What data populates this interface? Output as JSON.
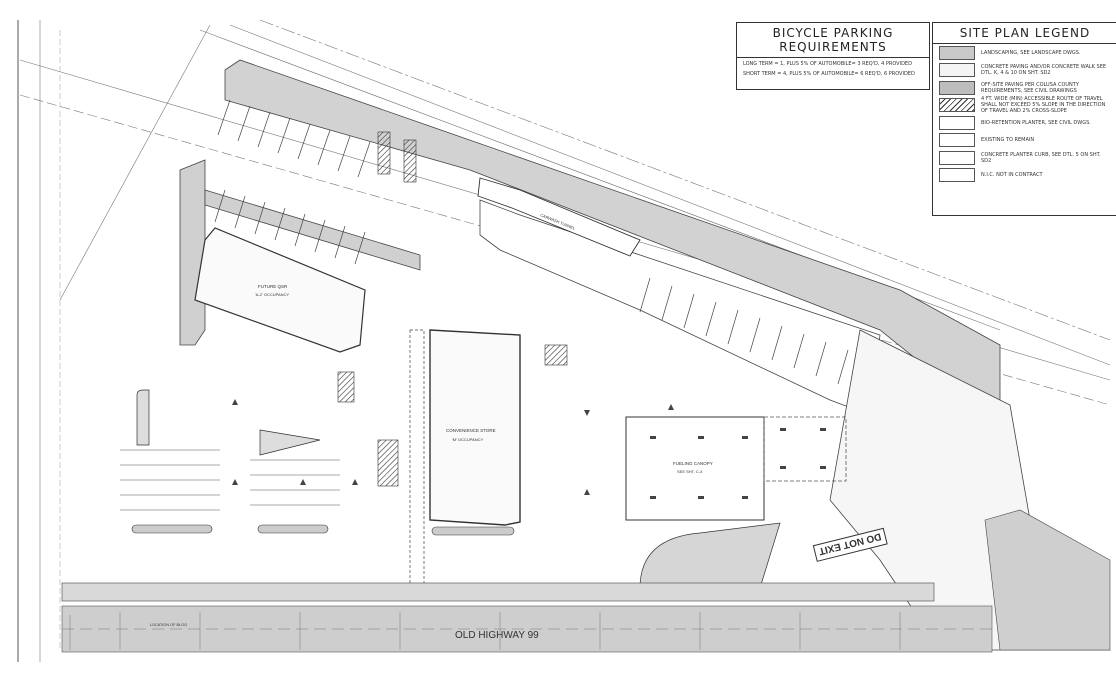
{
  "bicycle_parking": {
    "title": "BICYCLE PARKING REQUIREMENTS",
    "rows": [
      "LONG TERM = 1, PLUS 5% OF AUTOMOBILE= 3 REQ'D, 4 PROVIDED",
      "SHORT TERM = 4, PLUS 5% OF AUTOMOBILE= 6 REQ'D, 6 PROVIDED"
    ]
  },
  "legend": {
    "title": "SITE PLAN LEGEND",
    "items": [
      {
        "swatch": "gray",
        "text": "LANDSCAPING, SEE LANDSCAPE DWGS."
      },
      {
        "swatch": "light",
        "text": "CONCRETE PAVING AND/OR CONCRETE WALK SEE DTL. K, 4 & 10 ON SHT. SD2"
      },
      {
        "swatch": "mid",
        "text": "OFF-SITE PAVING PER COLUSA COUNTY REQUIREMENTS, SEE CIVIL DRAWINGS"
      },
      {
        "swatch": "hatch",
        "text": "4 FT. WIDE (MIN) ACCESSIBLE ROUTE OF TRAVEL SHALL NOT EXCEED 5% SLOPE IN THE DIRECTION OF TRAVEL AND 2% CROSS-SLOPE"
      },
      {
        "swatch": "dash",
        "text": "BIO-RETENTION PLANTER, SEE CIVIL DWGS."
      },
      {
        "swatch": "none",
        "text": "EXISTING TO REMAIN"
      },
      {
        "swatch": "dline",
        "text": "CONCRETE PLANTER CURB, SEE DTL. 5 ON SHT. SD2"
      },
      {
        "swatch": "none",
        "text": "N.I.C.          NOT IN CONTRACT"
      }
    ]
  },
  "labels": {
    "street": "OLD HIGHWAY 99",
    "do_not_exit": "DO NOT EXIT",
    "convenience_store": "CONVENIENCE STORE",
    "convenience_store_sub": "'M' OCCUPANCY",
    "building_2": "FUTURE QSR",
    "building_2_sub": "'A-2' OCCUPANCY",
    "fueling_canopy": "FUELING CANOPY",
    "fueling_canopy_sub": "SEE SHT. C-4",
    "carwash": "CARWASH TUNNEL",
    "location_blog": "LOCATION OF BLOG"
  },
  "colors": {
    "line": "#3a3a3a",
    "fill_gray": "#cfcfcf",
    "fill_dark": "#b5b5b5"
  }
}
